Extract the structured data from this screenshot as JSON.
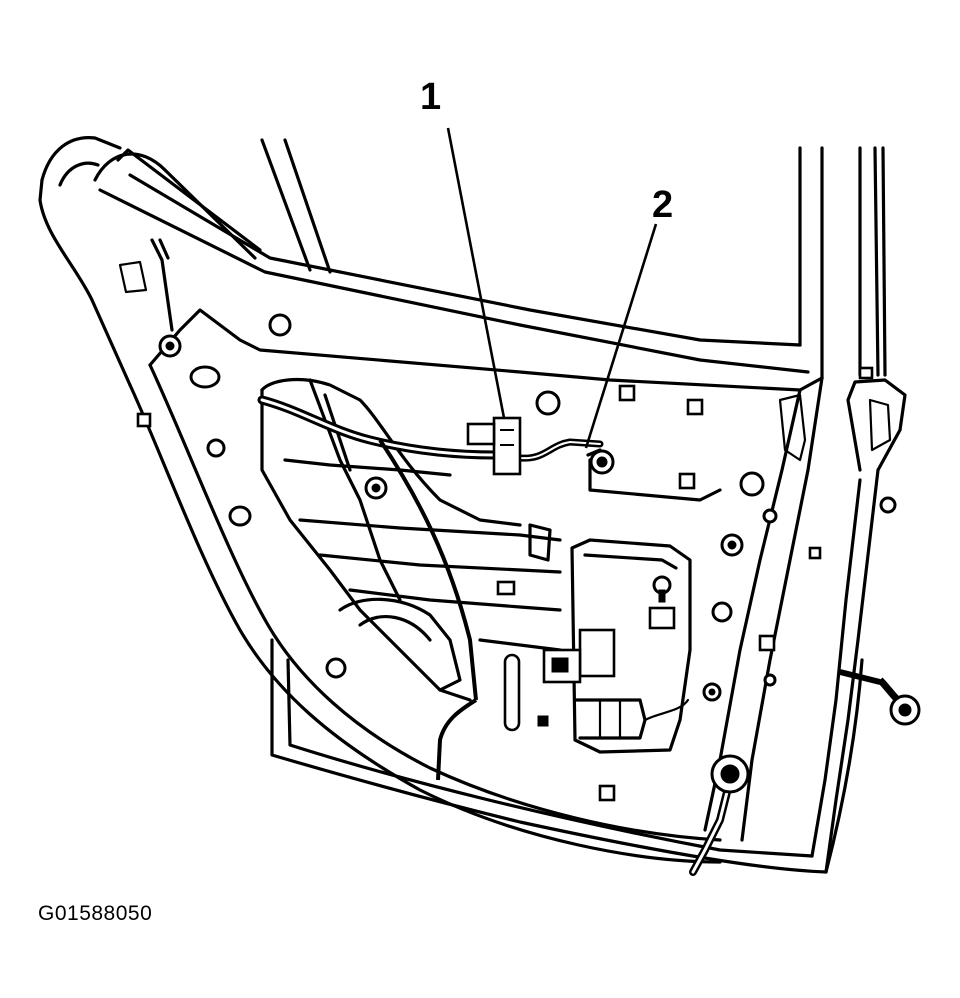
{
  "callouts": {
    "one": "1",
    "two": "2"
  },
  "figure_id": "G01588050",
  "colors": {
    "ink": "#000000",
    "paper": "#ffffff"
  }
}
